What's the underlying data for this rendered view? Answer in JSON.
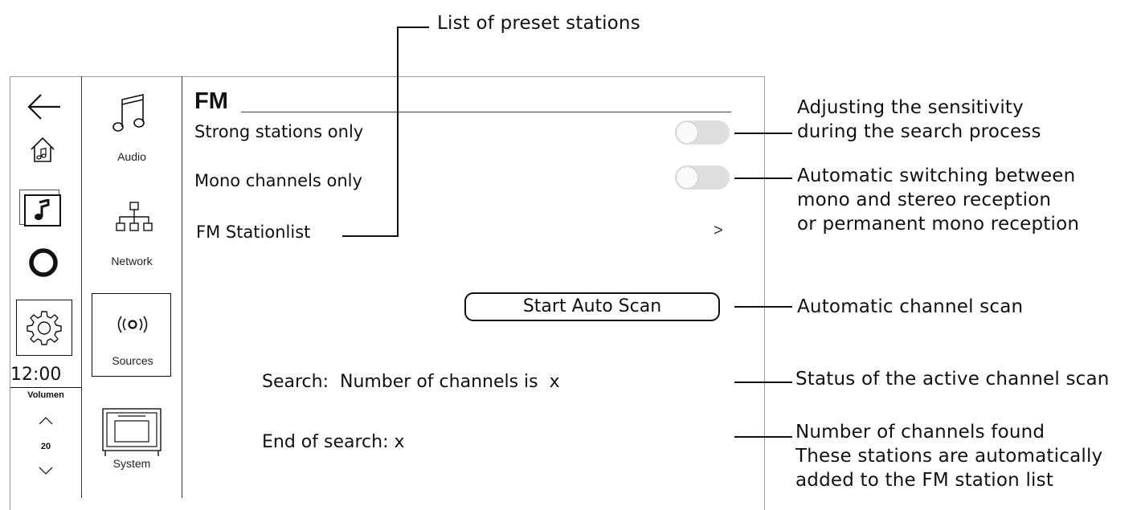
{
  "annotations": {
    "preset_list": "List of preset stations",
    "sensitivity": [
      "Adjusting the sensitivity",
      "during the search process"
    ],
    "mono_switch": [
      "Automatic switching between",
      "mono and stereo reception",
      "or permanent mono reception"
    ],
    "auto_scan": "Automatic channel scan",
    "scan_status": "Status of the active channel scan",
    "channels_found": [
      "Number of channels found",
      "These stations are automatically",
      "added to the FM station list"
    ]
  },
  "nav": {
    "icons": [
      "back-arrow-icon",
      "home-music-icon",
      "music-note-icon",
      "alexa-ring-icon",
      "gear-icon"
    ],
    "clock": "12:00",
    "volume_label": "Volumen",
    "volume_value": "20"
  },
  "categories": {
    "items": [
      {
        "label": "Audio",
        "icon": "music-notes-icon"
      },
      {
        "label": "Network",
        "icon": "network-icon"
      },
      {
        "label": "Sources",
        "icon": "broadcast-icon",
        "selected": true
      },
      {
        "label": "System",
        "icon": "device-icon"
      }
    ]
  },
  "fm": {
    "title": "FM",
    "strong_stations_label": "Strong stations only",
    "strong_stations_on": false,
    "mono_channels_label": "Mono channels only",
    "mono_channels_on": false,
    "stationlist_label": "FM Stationlist",
    "chevron": ">",
    "auto_scan_button": "Start Auto Scan",
    "search_status": "Search:  Number of channels is  x",
    "end_of_search": "End of search: x"
  }
}
